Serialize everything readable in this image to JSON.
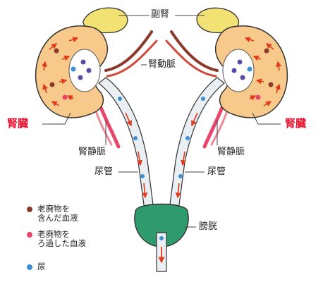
{
  "labels": {
    "adrenal": "副腎",
    "renal_artery": "腎動脈",
    "kidney_left": "腎臓",
    "kidney_right": "腎臓",
    "renal_vein_left": "腎静脈",
    "renal_vein_right": "腎静脈",
    "ureter_left": "尿管",
    "ureter_right": "尿管",
    "bladder": "膀胱"
  },
  "legend": [
    {
      "line1": "老廃物を",
      "line2": "含んだ血液",
      "color": "#8b3a2a"
    },
    {
      "line1": "老廃物を",
      "line2": "ろ過した血液",
      "color": "#e8456a"
    },
    {
      "line1": "尿",
      "line2": "",
      "color": "#3a8fd6"
    }
  ],
  "colors": {
    "kidney_fill": "#f7c98a",
    "kidney_edge": "#b57030",
    "adrenal": "#f2e274",
    "bladder": "#2e9a6e",
    "accent_red": "#e8112e",
    "ureter_fill": "#e9eff3",
    "arrow": "#e23a1a"
  }
}
